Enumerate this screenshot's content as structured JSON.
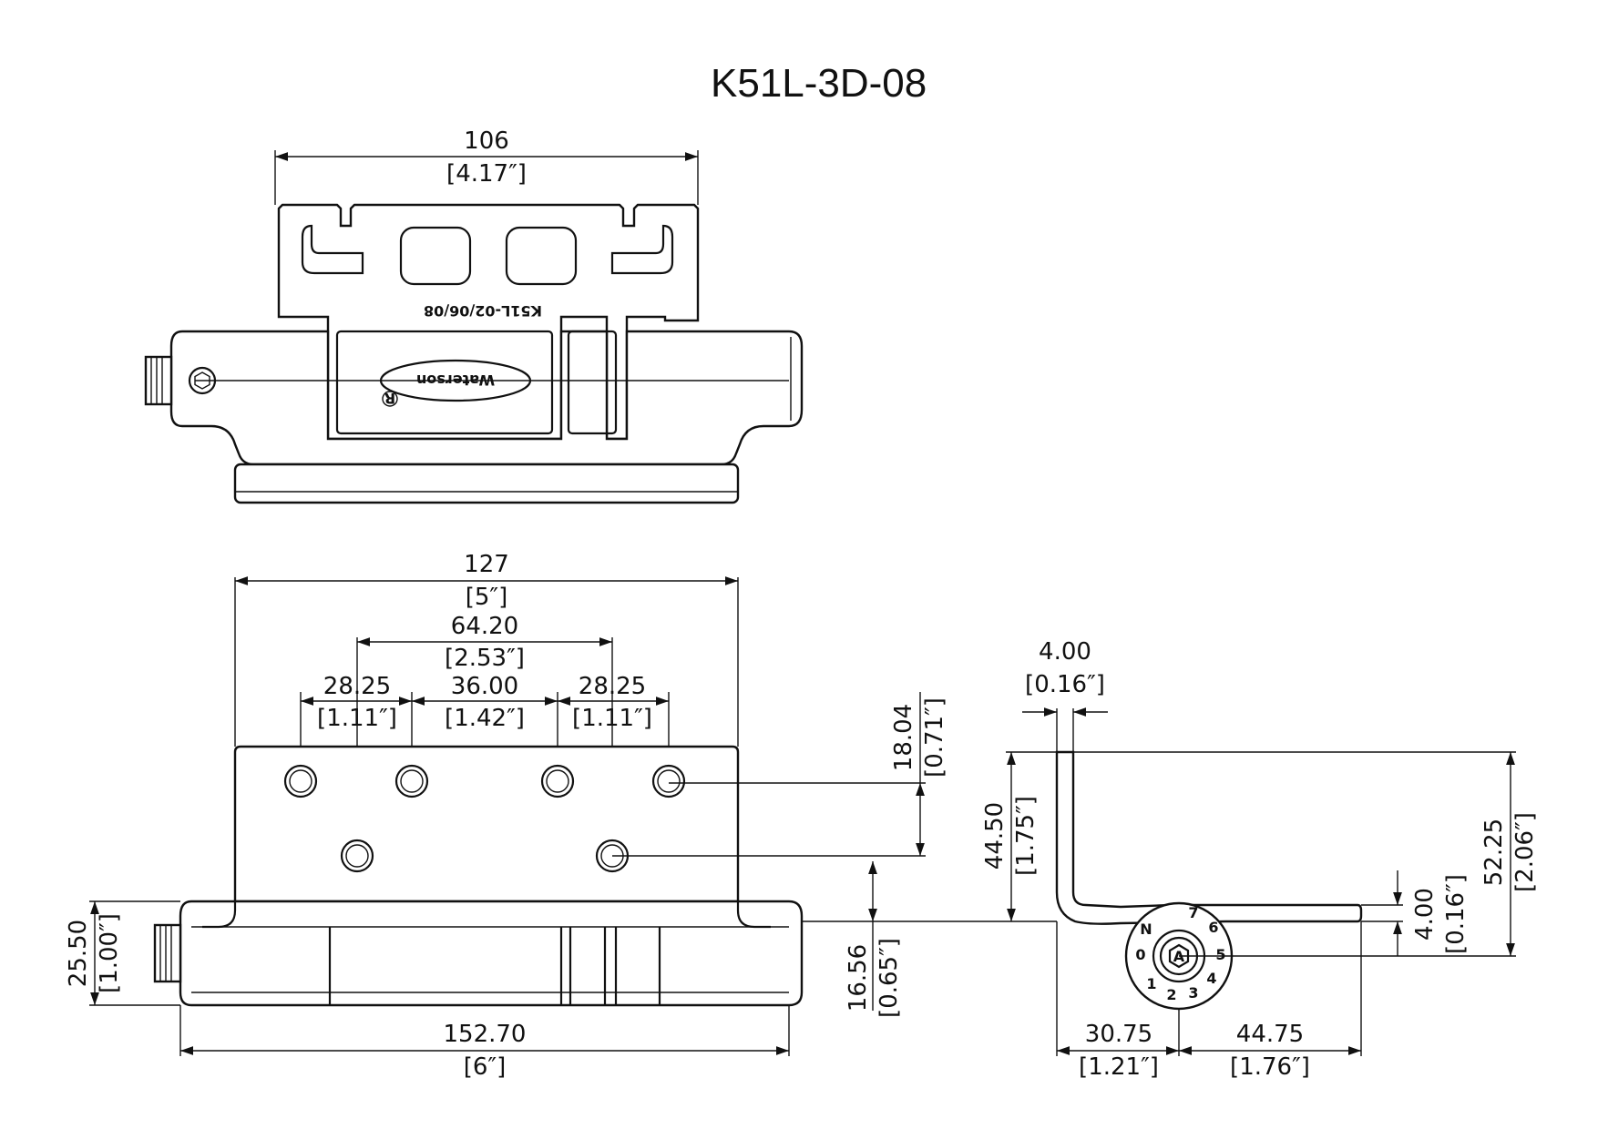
{
  "title": "K51L-3D-08",
  "top_view": {
    "width_mm": "106",
    "width_in": "[4.17″]",
    "engraving": "K51L-02/06/08",
    "logo": "Waterson",
    "logo_mark": "R"
  },
  "front_view": {
    "leaf_width_mm": "127",
    "leaf_width_in": "[5″]",
    "hole_span_mm": "64.20",
    "hole_span_in": "[2.53″]",
    "hole_left_mm": "28.25",
    "hole_left_in": "[1.11″]",
    "hole_mid_mm": "36.00",
    "hole_mid_in": "[1.42″]",
    "hole_right_mm": "28.25",
    "hole_right_in": "[1.11″]",
    "hole_vert_mm": "18.04",
    "hole_vert_in": "[0.71″]",
    "hole_offset_mm": "16.56",
    "hole_offset_in": "[0.65″]",
    "barrel_dia_mm": "25.50",
    "barrel_dia_in": "[1.00″]",
    "overall_len_mm": "152.70",
    "overall_len_in": "[6″]"
  },
  "side_view": {
    "thick_mm": "4.00",
    "thick_in": "[0.16″]",
    "height_mm": "44.50",
    "height_in": "[1.75″]",
    "total_mm": "52.25",
    "total_in": "[2.06″]",
    "leaf_thick_mm": "4.00",
    "leaf_thick_in": "[0.16″]",
    "left_mm": "30.75",
    "left_in": "[1.21″]",
    "right_mm": "44.75",
    "right_in": "[1.76″]",
    "dial_digits": [
      "0",
      "1",
      "2",
      "3",
      "4",
      "5",
      "6",
      "7",
      "N"
    ],
    "dial_center_label": "A"
  }
}
